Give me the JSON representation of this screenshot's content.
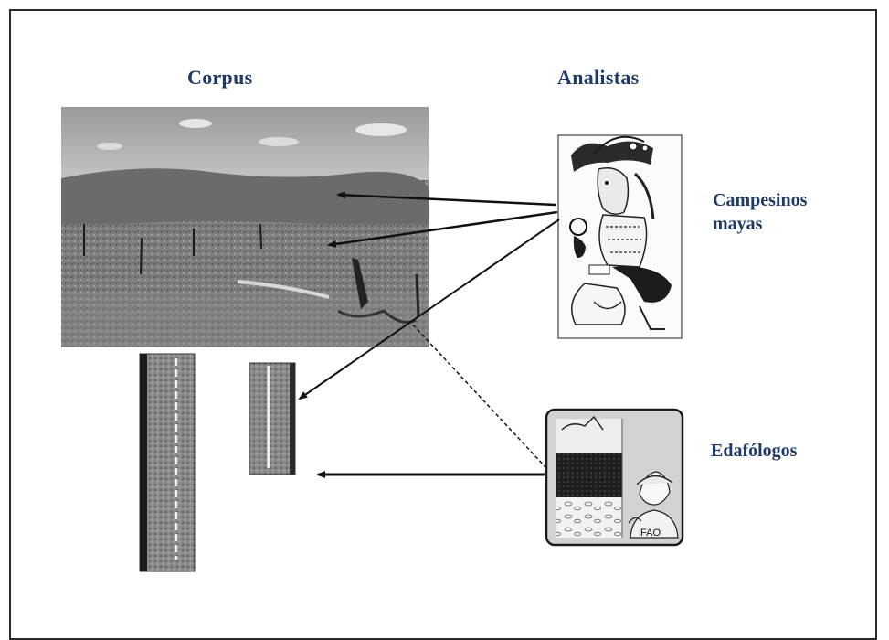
{
  "headings": {
    "corpus": "Corpus",
    "analysts": "Analistas"
  },
  "analysts": [
    {
      "label": "Campesinos",
      "label2": "mayas",
      "icon": "maya-farmer-icon"
    },
    {
      "label": "Edafólogos",
      "icon": "soil-scientist-icon"
    }
  ],
  "fao_text": "FAO",
  "colors": {
    "heading": "#1f3a66",
    "arrow": "#111111",
    "frame": "#2a2a2a"
  }
}
